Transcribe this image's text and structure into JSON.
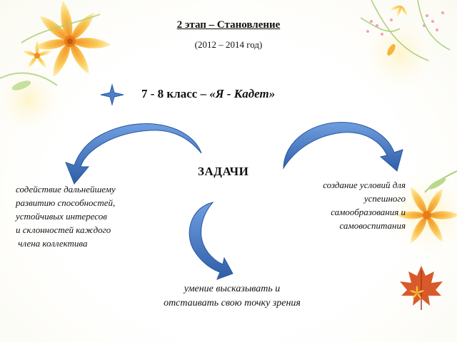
{
  "title": "2 этап – Становление",
  "years": "(2012 – 2014 год)",
  "grade": {
    "prefix": "7 - 8 класс – ",
    "name": "«Я - Кадет»"
  },
  "tasks_label": "ЗАДАЧИ",
  "task_left": [
    "содействие дальнейшему",
    "развитию способностей,",
    "устойчивых интересов",
    "и склонностей каждого",
    " члена коллектива"
  ],
  "task_right": [
    "создание условий для",
    "успешного",
    "самообразования и",
    "самовоспитания"
  ],
  "task_bottom": [
    "умение высказывать и",
    "отстаивать свою точку зрения"
  ],
  "colors": {
    "arrow_blue": "#4d7fcc",
    "arrow_dark": "#2d5aa5",
    "flower_orange": "#f6a623",
    "flower_yellow": "#fde27a",
    "leaf_red": "#d85a2a"
  }
}
